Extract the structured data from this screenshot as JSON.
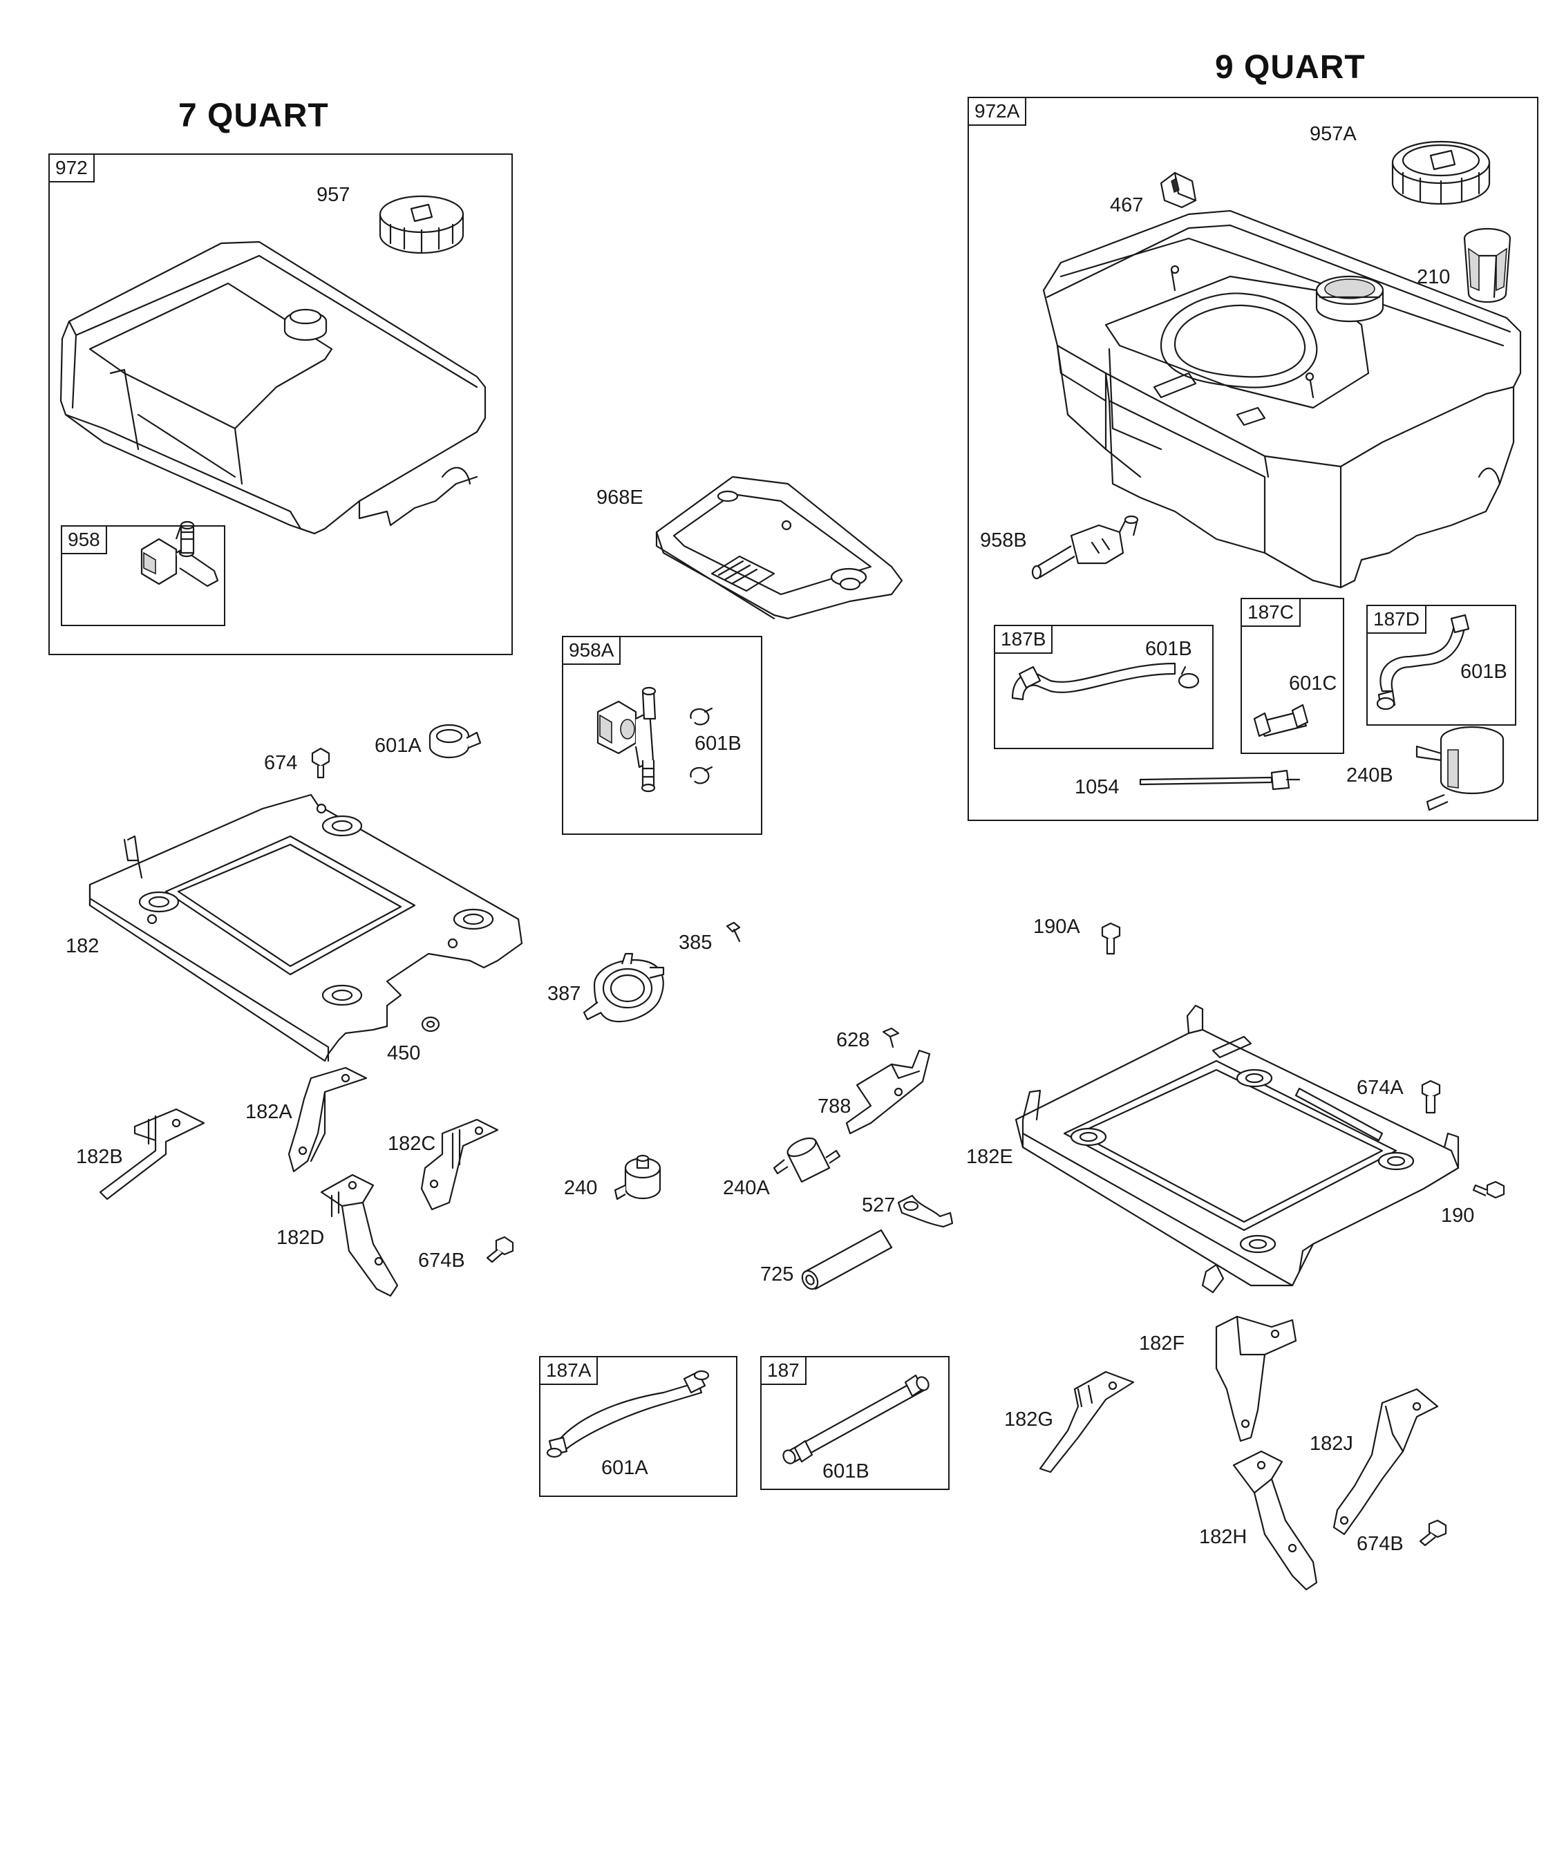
{
  "headings": {
    "seven": "7 QUART",
    "nine": "9 QUART"
  },
  "boxes": {
    "b972": "972",
    "b958": "958",
    "b972A": "972A",
    "b958A": "958A",
    "b187B": "187B",
    "b187C": "187C",
    "b187D": "187D",
    "b187A": "187A",
    "b187": "187"
  },
  "callouts": {
    "c957": "957",
    "c968E": "968E",
    "c601A_1": "601A",
    "c674": "674",
    "c601B_958A": "601B",
    "c182": "182",
    "c450": "450",
    "c385": "385",
    "c387": "387",
    "c182A": "182A",
    "c182B": "182B",
    "c182C": "182C",
    "c182D": "182D",
    "c674B_1": "674B",
    "c240": "240",
    "c240A": "240A",
    "c628": "628",
    "c788": "788",
    "c527": "527",
    "c725": "725",
    "c601A_187A": "601A",
    "c601B_187": "601B",
    "c957A": "957A",
    "c467": "467",
    "c210": "210",
    "c958B": "958B",
    "c601B_187B": "601B",
    "c601C": "601C",
    "c601B_187D": "601B",
    "c1054": "1054",
    "c240B": "240B",
    "c190A": "190A",
    "c674A": "674A",
    "c182E": "182E",
    "c190": "190",
    "c182F": "182F",
    "c182G": "182G",
    "c182J": "182J",
    "c182H": "182H",
    "c674B_2": "674B"
  }
}
